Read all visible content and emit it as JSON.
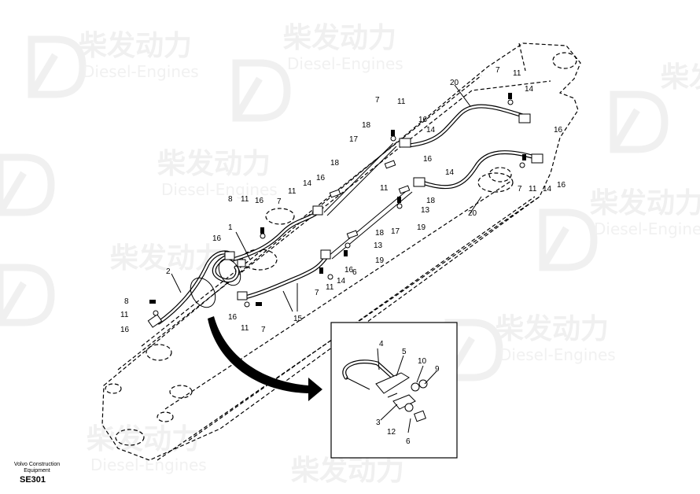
{
  "watermark": {
    "brand_cn": "柴发动力",
    "brand_en": "Diesel-Engines"
  },
  "footer": {
    "company_line1": "Volvo Construction",
    "company_line2": "Equipment",
    "code": "SE301"
  },
  "callouts": {
    "c1": "1",
    "c2": "2",
    "c3": "3",
    "c4": "4",
    "c5": "5",
    "c6": "6",
    "c7": "7",
    "c8": "8",
    "c9": "9",
    "c10": "10",
    "c11": "11",
    "c12": "12",
    "c13": "13",
    "c14": "14",
    "c15": "15",
    "c16": "16",
    "c17": "17",
    "c18": "18",
    "c19": "19",
    "c20": "20"
  }
}
